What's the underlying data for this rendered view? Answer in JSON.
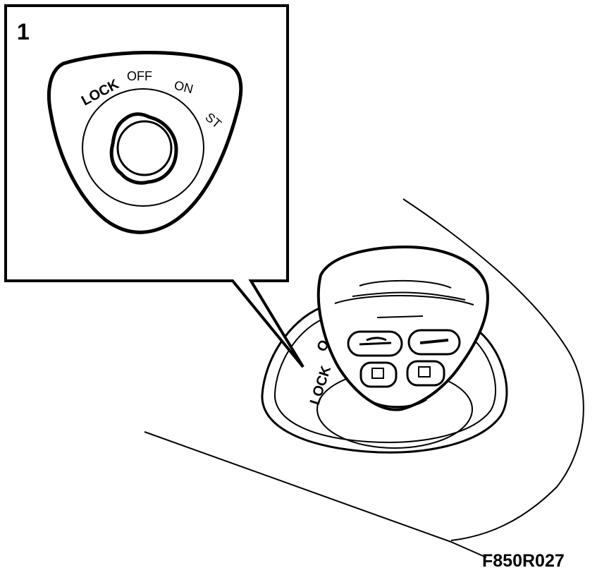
{
  "callout": {
    "number": "1"
  },
  "inset_labels": {
    "lock": "LOCK",
    "off": "OFF",
    "on": "ON",
    "start": "ST"
  },
  "console_labels": {
    "lock": "LOCK",
    "partial": "O"
  },
  "figure_code": "F850R027"
}
